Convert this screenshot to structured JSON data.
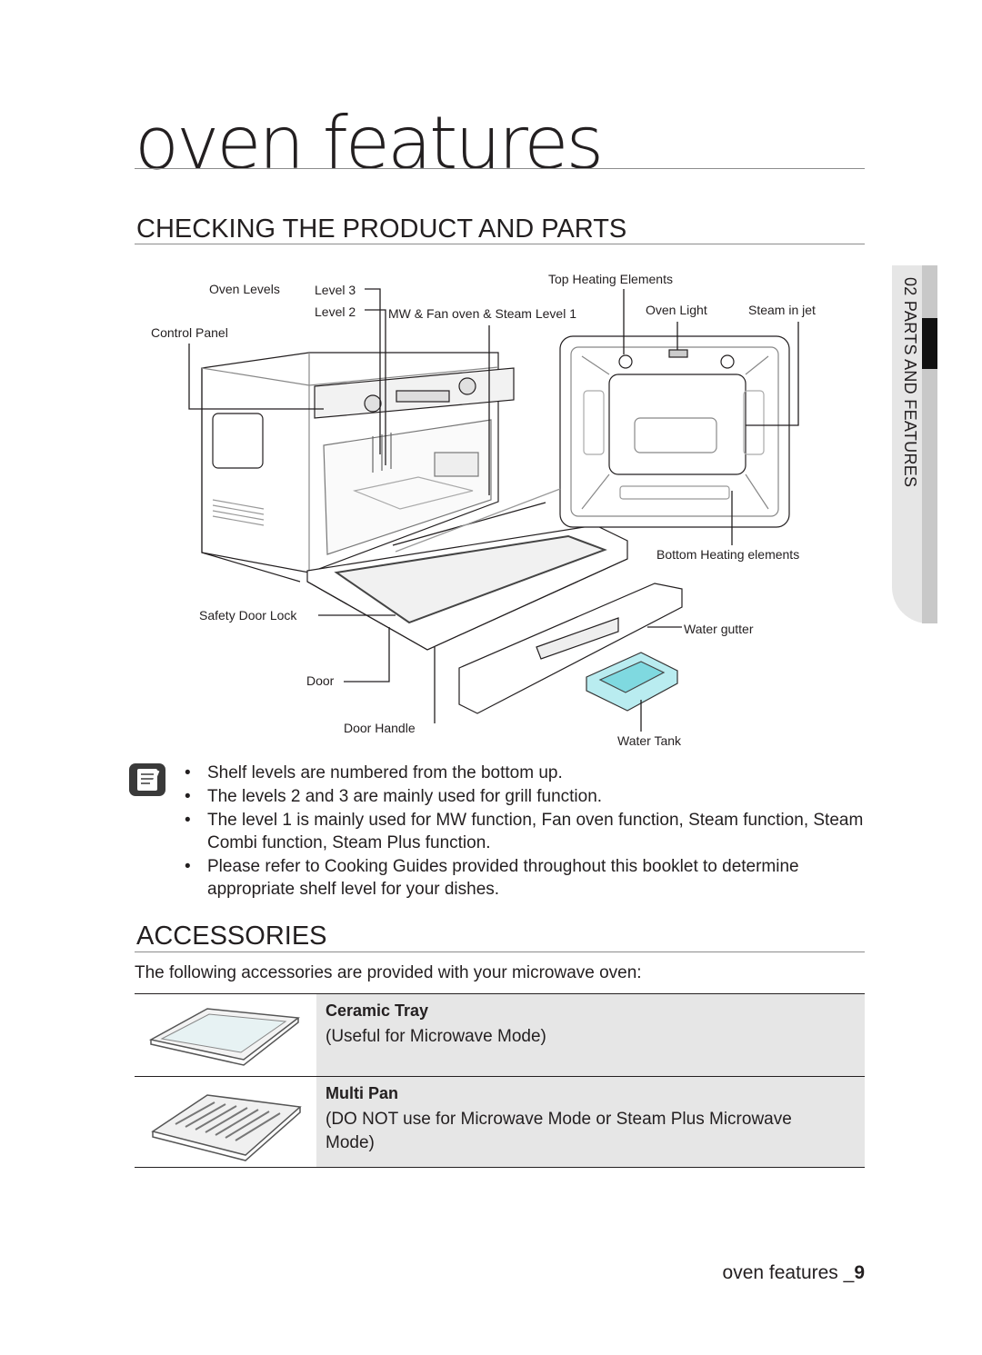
{
  "title": "oven features",
  "section1": {
    "heading": "CHECKING THE PRODUCT AND PARTS"
  },
  "side_tab": {
    "label": "02 PARTS AND FEATURES"
  },
  "diagram": {
    "labels": {
      "oven_levels": "Oven Levels",
      "level3": "Level 3",
      "level2": "Level 2",
      "level1": "MW & Fan oven & Steam Level 1",
      "control_panel": "Control Panel",
      "top_heating": "Top Heating Elements",
      "oven_light": "Oven Light",
      "steam_jet": "Steam in jet",
      "bottom_heating": "Bottom Heating elements",
      "safety_lock": "Safety Door Lock",
      "water_gutter": "Water gutter",
      "door": "Door",
      "door_handle": "Door Handle",
      "water_tank": "Water Tank"
    }
  },
  "notes": [
    "Shelf levels are numbered from the bottom up.",
    "The levels 2 and 3 are mainly used for grill function.",
    "The level 1 is mainly used for MW function, Fan oven function, Steam function, Steam Combi function, Steam Plus function.",
    "Please refer to Cooking Guides provided throughout this booklet to determine appropriate shelf level for your dishes."
  ],
  "section2": {
    "heading": "ACCESSORIES",
    "intro": "The following accessories are provided with your microwave oven:",
    "items": [
      {
        "name": "Ceramic Tray",
        "description": "(Useful for Microwave Mode)"
      },
      {
        "name": "Multi Pan",
        "description": "(DO NOT use for Microwave Mode or Steam Plus Microwave Mode)"
      }
    ]
  },
  "footer": {
    "text": "oven features _",
    "page": "9"
  }
}
